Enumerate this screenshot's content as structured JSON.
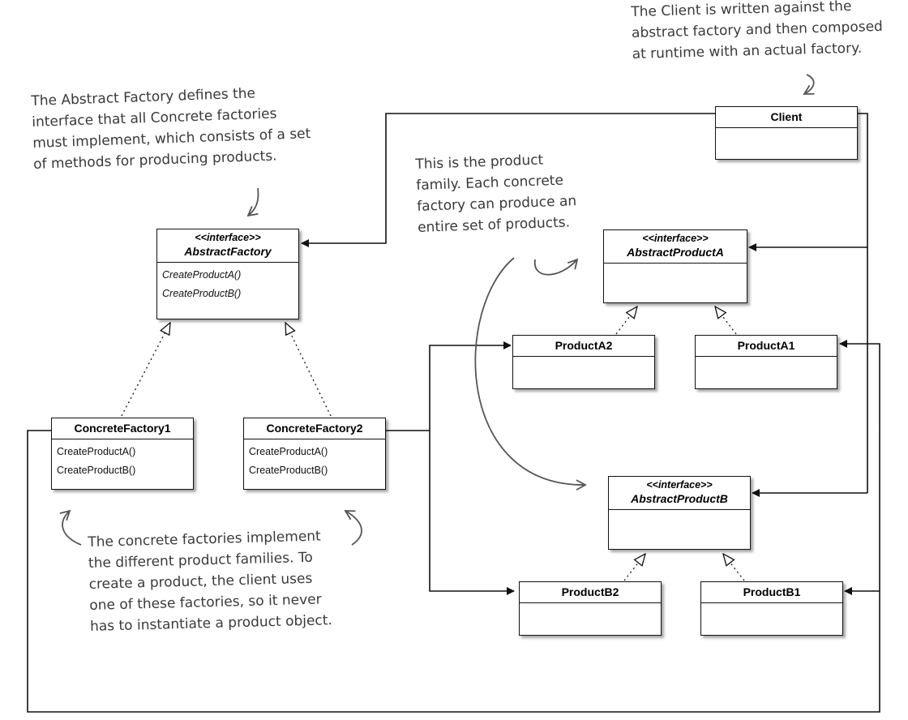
{
  "notes": {
    "client_note": "The Client is written against the\nabstract factory and then composed\nat runtime with an actual factory.",
    "factory_note": "The Abstract Factory defines the\ninterface that all Concrete factories\nmust implement, which consists of a set\nof methods for producing products.",
    "family_note": "This is the product\nfamily. Each concrete\nfactory can produce an\nentire set of products.",
    "concrete_note": "The concrete factories implement\nthe different product families. To\ncreate a product, the client uses\none of these factories, so it never\nhas to instantiate a product object."
  },
  "classes": {
    "client": {
      "name": "Client"
    },
    "abstract_factory": {
      "stereotype": "<<interface>>",
      "name": "AbstractFactory",
      "ops": [
        "CreateProductA()",
        "CreateProductB()"
      ]
    },
    "concrete_factory_1": {
      "name": "ConcreteFactory1",
      "ops": [
        "CreateProductA()",
        "CreateProductB()"
      ]
    },
    "concrete_factory_2": {
      "name": "ConcreteFactory2",
      "ops": [
        "CreateProductA()",
        "CreateProductB()"
      ]
    },
    "abstract_product_a": {
      "stereotype": "<<interface>>",
      "name": "AbstractProductA"
    },
    "abstract_product_b": {
      "stereotype": "<<interface>>",
      "name": "AbstractProductB"
    },
    "product_a2": {
      "name": "ProductA2"
    },
    "product_a1": {
      "name": "ProductA1"
    },
    "product_b2": {
      "name": "ProductB2"
    },
    "product_b1": {
      "name": "ProductB1"
    }
  }
}
